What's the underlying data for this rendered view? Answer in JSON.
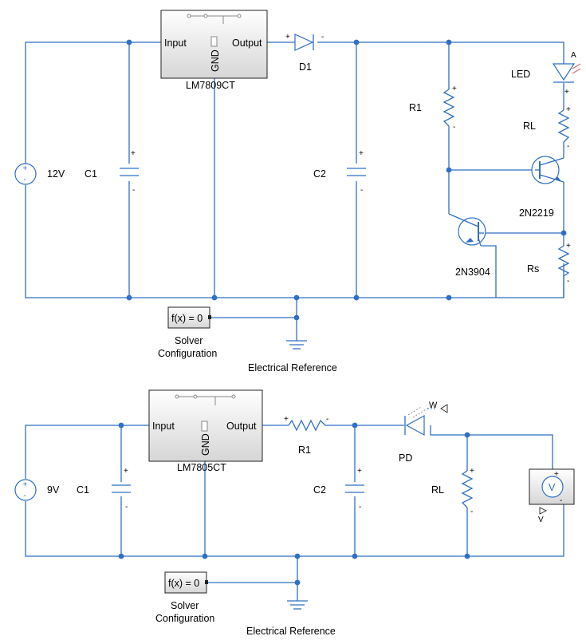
{
  "colors": {
    "wire": "#2f6fc4",
    "block_border": "#222222",
    "led_red": "#d43c3c"
  },
  "top_circuit": {
    "source_label": "12V",
    "c1_label": "C1",
    "regulator_name": "LM7809CT",
    "regulator_ports": {
      "input": "Input",
      "output": "Output",
      "gnd": "GND"
    },
    "diode_label": "D1",
    "c2_label": "C2",
    "r1_label": "R1",
    "led_label": "LED",
    "rl_label": "RL",
    "q1_label": "2N2219",
    "q2_label": "2N3904",
    "rs_label": "Rs",
    "solver_expr": "f(x) = 0",
    "solver_label_1": "Solver",
    "solver_label_2": "Configuration",
    "ground_label": "Electrical Reference",
    "led_port": "A"
  },
  "bottom_circuit": {
    "source_label": "9V",
    "c1_label": "C1",
    "regulator_name": "LM7805CT",
    "regulator_ports": {
      "input": "Input",
      "output": "Output",
      "gnd": "GND"
    },
    "r1_label": "R1",
    "c2_label": "C2",
    "pd_label": "PD",
    "pd_port": "W",
    "rl_label": "RL",
    "voltmeter_symbol": "V",
    "voltmeter_port": "V",
    "solver_expr": "f(x) = 0",
    "solver_label_1": "Solver",
    "solver_label_2": "Configuration",
    "ground_label": "Electrical Reference"
  }
}
